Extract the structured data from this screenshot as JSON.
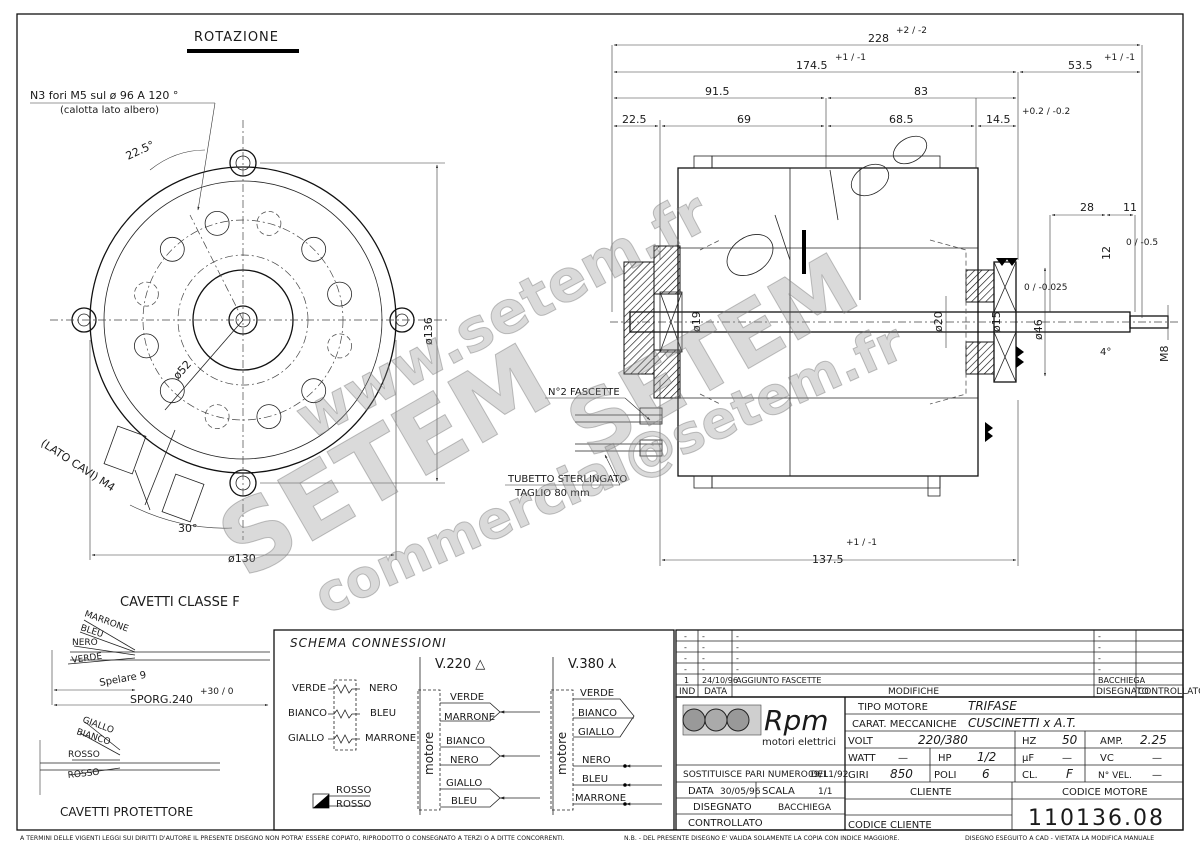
{
  "drawing": {
    "rotation_title": "ROTAZIONE",
    "holes_note": "N3 fori M5 sul ø 96 A 120 °",
    "holes_sub": "(calotta lato albero)",
    "angle_22": "22.5°",
    "angle_30": "30°",
    "dia_136": "ø136",
    "dia_130": "ø130",
    "radius_52": "ø52",
    "lato_cavi": "(LATO CAVI) M4",
    "fascette": "N°2 FASCETTE",
    "tubetto": "TUBETTO STERLINGATO",
    "taglio": "TAGLIO 80 mm",
    "dims": {
      "d228": "228",
      "d228_tol": "+2 / -2",
      "d174": "174.5",
      "d174_tol": "+1 / -1",
      "d53": "53.5",
      "d53_tol": "+1 / -1",
      "d91": "91.5",
      "d83": "83",
      "d22": "22.5",
      "d69": "69",
      "d68": "68.5",
      "d14": "14.5",
      "d14_tol": "+0.2 / -0.2",
      "d28": "28",
      "d11": "11",
      "d12": "12",
      "d12_tol": "0 / -0.5",
      "d137": "137.5",
      "d137_tol": "+1 / -1",
      "d20": "ø20",
      "d15": "ø15",
      "d46": "ø46",
      "d46_tol": "0 / -0.025",
      "d19": "ø19",
      "m8": "M8",
      "ang4": "4°"
    }
  },
  "cavetti": {
    "title": "CAVETTI CLASSE F",
    "wires": [
      "MARRONE",
      "BLEU",
      "NERO",
      "VERDE"
    ],
    "spelare": "Spelare 9",
    "sporg": "SPORG.240",
    "sporg_tol": "+30 / 0",
    "prot_title": "CAVETTI PROTETTORE",
    "prot_wires": [
      "GIALLO",
      "BIANCO",
      "ROSSO",
      "ROSSO"
    ]
  },
  "schema": {
    "title": "SCHEMA CONNESSIONI",
    "left_pairs": [
      {
        "a": "VERDE",
        "b": "NERO"
      },
      {
        "a": "BIANCO",
        "b": "BLEU"
      },
      {
        "a": "GIALLO",
        "b": "MARRONE"
      }
    ],
    "rosso1": "ROSSO",
    "rosso2": "ROSSO",
    "v220": "V.220 △",
    "v380": "V.380 ⅄",
    "motore": "motore",
    "v220_wires": [
      "VERDE",
      "MARRONE",
      "BIANCO",
      "NERO",
      "GIALLO",
      "BLEU"
    ],
    "v380_wires": [
      "VERDE",
      "BIANCO",
      "GIALLO",
      "NERO",
      "BLEU",
      "MARRONE"
    ]
  },
  "titleblock": {
    "rev_rows": [
      {
        "ind": "-",
        "data": "-",
        "mod": "-",
        "dis": "-"
      },
      {
        "ind": "-",
        "data": "-",
        "mod": "-",
        "dis": "-"
      },
      {
        "ind": "-",
        "data": "-",
        "mod": "-",
        "dis": "-"
      },
      {
        "ind": "-",
        "data": "-",
        "mod": "-",
        "dis": "-"
      },
      {
        "ind": "1",
        "data": "24/10/96",
        "mod": "AGGIUNTO FASCETTE",
        "dis": "BACCHIEGA"
      }
    ],
    "hdr_ind": "IND",
    "hdr_data": "DATA",
    "hdr_modifiche": "MODIFICHE",
    "hdr_disegnato": "DISEGNATO",
    "hdr_controllato": "CONTROLLATO",
    "logo_text": "Rpm",
    "logo_sub": "motori elettrici",
    "tipo_label": "TIPO MOTORE",
    "tipo_value": "TRIFASE",
    "carat_label": "CARAT. MECCANICHE",
    "carat_value": "CUSCINETTI x A.T.",
    "volt_label": "VOLT",
    "volt_value": "220/380",
    "hz_label": "HZ",
    "hz_value": "50",
    "amp_label": "AMP.",
    "amp_value": "2.25",
    "watt_label": "WATT",
    "watt_value": "—",
    "hp_label": "HP",
    "hp_value": "1/2",
    "uf_label": "µF",
    "uf_value": "—",
    "vc_label": "VC",
    "vc_value": "—",
    "giri_label": "GIRI",
    "giri_value": "850",
    "poli_label": "POLI",
    "poli_value": "6",
    "cl_label": "CL.",
    "cl_value": "F",
    "nvel_label": "N° VEL.",
    "nvel_value": "—",
    "sost_label": "SOSTITUISCE PARI NUMERO DEL",
    "sost_value": "09/11/92",
    "data_label": "DATA",
    "data_value": "30/05/96",
    "scala_label": "SCALA",
    "scala_value": "1/1",
    "disegnato_label": "DISEGNATO",
    "disegnato_value": "BACCHIEGA",
    "controllato_label": "CONTROLLATO",
    "cliente_label": "CLIENTE",
    "codice_cliente_label": "CODICE CLIENTE",
    "codice_motore_label": "CODICE MOTORE",
    "codice_motore_value": "110136.08"
  },
  "footer": {
    "left": "A TERMINI DELLE VIGENTI LEGGI SUI DIRITTI D'AUTORE IL PRESENTE DISEGNO NON POTRA' ESSERE COPIATO, RIPRODOTTO O CONSEGNATO A TERZI O A DITTE CONCORRENTI.",
    "mid": "N.B. - DEL PRESENTE DISEGNO E' VALIDA SOLAMENTE LA COPIA CON INDICE MAGGIORE.",
    "right": "DISEGNO ESEGUITO A CAD - VIETATA LA MODIFICA MANUALE"
  },
  "watermark": {
    "url": "www.setem.fr",
    "brand1": "SETEM",
    "brand2": "SETEM",
    "email": "commercial@setem.fr"
  }
}
